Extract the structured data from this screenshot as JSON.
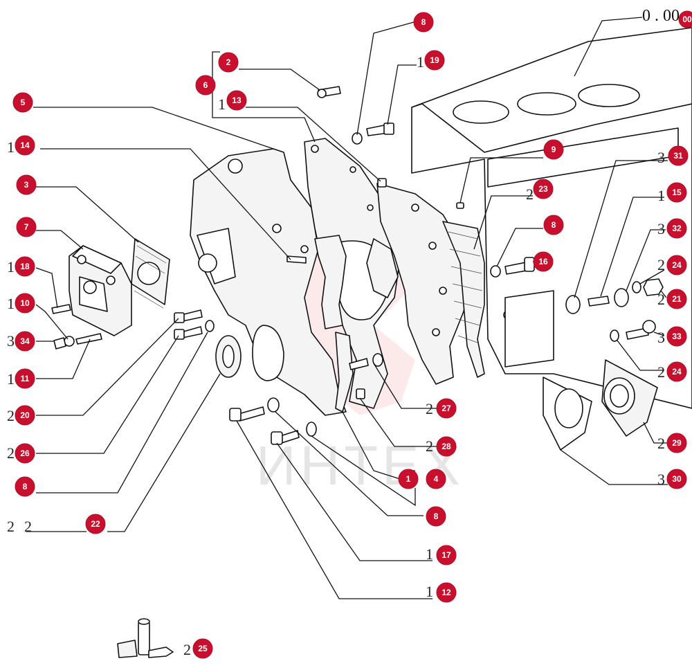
{
  "diagram": {
    "top_code": "0 . 00",
    "watermark_text": "ИНТЕХ",
    "accent_color": "#c8102e",
    "callouts": [
      {
        "id": "c8a",
        "label": "8"
      },
      {
        "id": "c00",
        "label": "00"
      },
      {
        "id": "c2",
        "label": "2"
      },
      {
        "id": "c19",
        "label": "19"
      },
      {
        "id": "c6",
        "label": "6"
      },
      {
        "id": "c5",
        "label": "5"
      },
      {
        "id": "c13",
        "label": "13"
      },
      {
        "id": "c14",
        "label": "14"
      },
      {
        "id": "c9",
        "label": "9"
      },
      {
        "id": "c31",
        "label": "31"
      },
      {
        "id": "c23",
        "label": "23"
      },
      {
        "id": "c3",
        "label": "3"
      },
      {
        "id": "c15",
        "label": "15"
      },
      {
        "id": "c7",
        "label": "7"
      },
      {
        "id": "c8b",
        "label": "8"
      },
      {
        "id": "c32",
        "label": "32"
      },
      {
        "id": "c16",
        "label": "16"
      },
      {
        "id": "c18",
        "label": "18"
      },
      {
        "id": "c24a",
        "label": "24"
      },
      {
        "id": "c21",
        "label": "21"
      },
      {
        "id": "c10",
        "label": "10"
      },
      {
        "id": "c33",
        "label": "33"
      },
      {
        "id": "c34",
        "label": "34"
      },
      {
        "id": "c24b",
        "label": "24"
      },
      {
        "id": "c11",
        "label": "11"
      },
      {
        "id": "c27",
        "label": "27"
      },
      {
        "id": "c20",
        "label": "20"
      },
      {
        "id": "c28",
        "label": "28"
      },
      {
        "id": "c29",
        "label": "29"
      },
      {
        "id": "c26",
        "label": "26"
      },
      {
        "id": "c1",
        "label": "1"
      },
      {
        "id": "c4",
        "label": "4"
      },
      {
        "id": "c30",
        "label": "30"
      },
      {
        "id": "c8c",
        "label": "8"
      },
      {
        "id": "c8d",
        "label": "8"
      },
      {
        "id": "c22",
        "label": "22"
      },
      {
        "id": "c17",
        "label": "17"
      },
      {
        "id": "c12",
        "label": "12"
      },
      {
        "id": "c25",
        "label": "25"
      }
    ]
  }
}
